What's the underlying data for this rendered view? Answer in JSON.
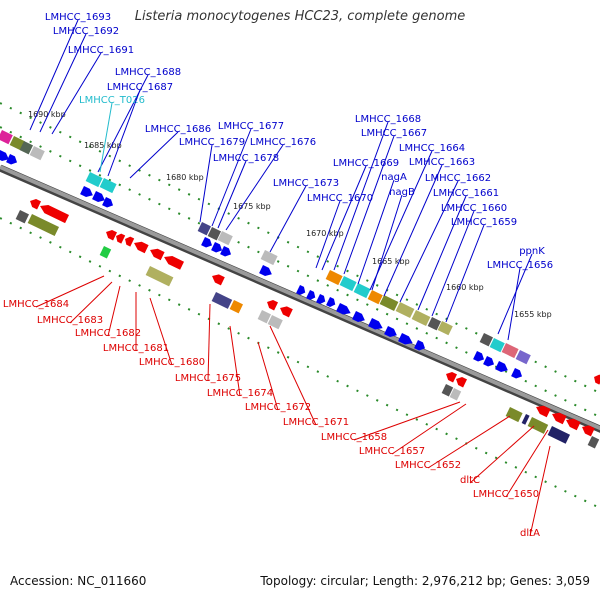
{
  "title": "Listeria monocytogenes HCC23, complete genome",
  "footer": {
    "accession": "Accession: NC_011660",
    "summary": "Topology: circular; Length: 2,976,212 bp; Genes: 3,059"
  },
  "colors": {
    "top_label": "#0000cc",
    "bottom_label": "#dd0000",
    "trna_label": "#22bbcc",
    "forward_gene": "#0000ee",
    "reverse_gene": "#ee0000",
    "genome_line": "#777777",
    "tick": "#2a8a2a"
  },
  "ruler": [
    "1690 kbp",
    "1685 kbp",
    "1680 kbp",
    "1675 kbp",
    "1670 kbp",
    "1665 kbp",
    "1660 kbp",
    "1655 kbp"
  ],
  "top_genes": [
    "LMHCC_1693",
    "LMHCC_1692",
    "LMHCC_1691",
    "LMHCC_1688",
    "LMHCC_T026",
    "LMHCC_1687",
    "LMHCC_1686",
    "LMHCC_1679",
    "LMHCC_1677",
    "LMHCC_1676",
    "LMHCC_1678",
    "LMHCC_1673",
    "LMHCC_1668",
    "LMHCC_1667",
    "LMHCC_1669",
    "LMHCC_1664",
    "LMHCC_1663",
    "nagA",
    "LMHCC_1662",
    "LMHCC_1670",
    "nagB",
    "LMHCC_1661",
    "LMHCC_1660",
    "LMHCC_1659",
    "ppnK",
    "LMHCC_1656"
  ],
  "bottom_genes": [
    "LMHCC_1684",
    "LMHCC_1683",
    "LMHCC_1682",
    "LMHCC_1681",
    "LMHCC_1680",
    "LMHCC_1675",
    "LMHCC_1674",
    "LMHCC_1672",
    "LMHCC_1671",
    "LMHCC_1658",
    "LMHCC_1657",
    "LMHCC_1652",
    "dltC",
    "LMHCC_1650",
    "dltA"
  ]
}
